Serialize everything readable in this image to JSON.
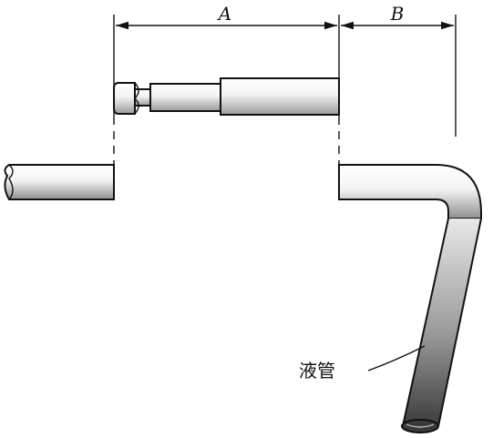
{
  "labels": {
    "dim_a": "A",
    "dim_b": "B",
    "liquid_pipe": "液管"
  },
  "colors": {
    "line": "#111111",
    "background": "#ffffff"
  }
}
